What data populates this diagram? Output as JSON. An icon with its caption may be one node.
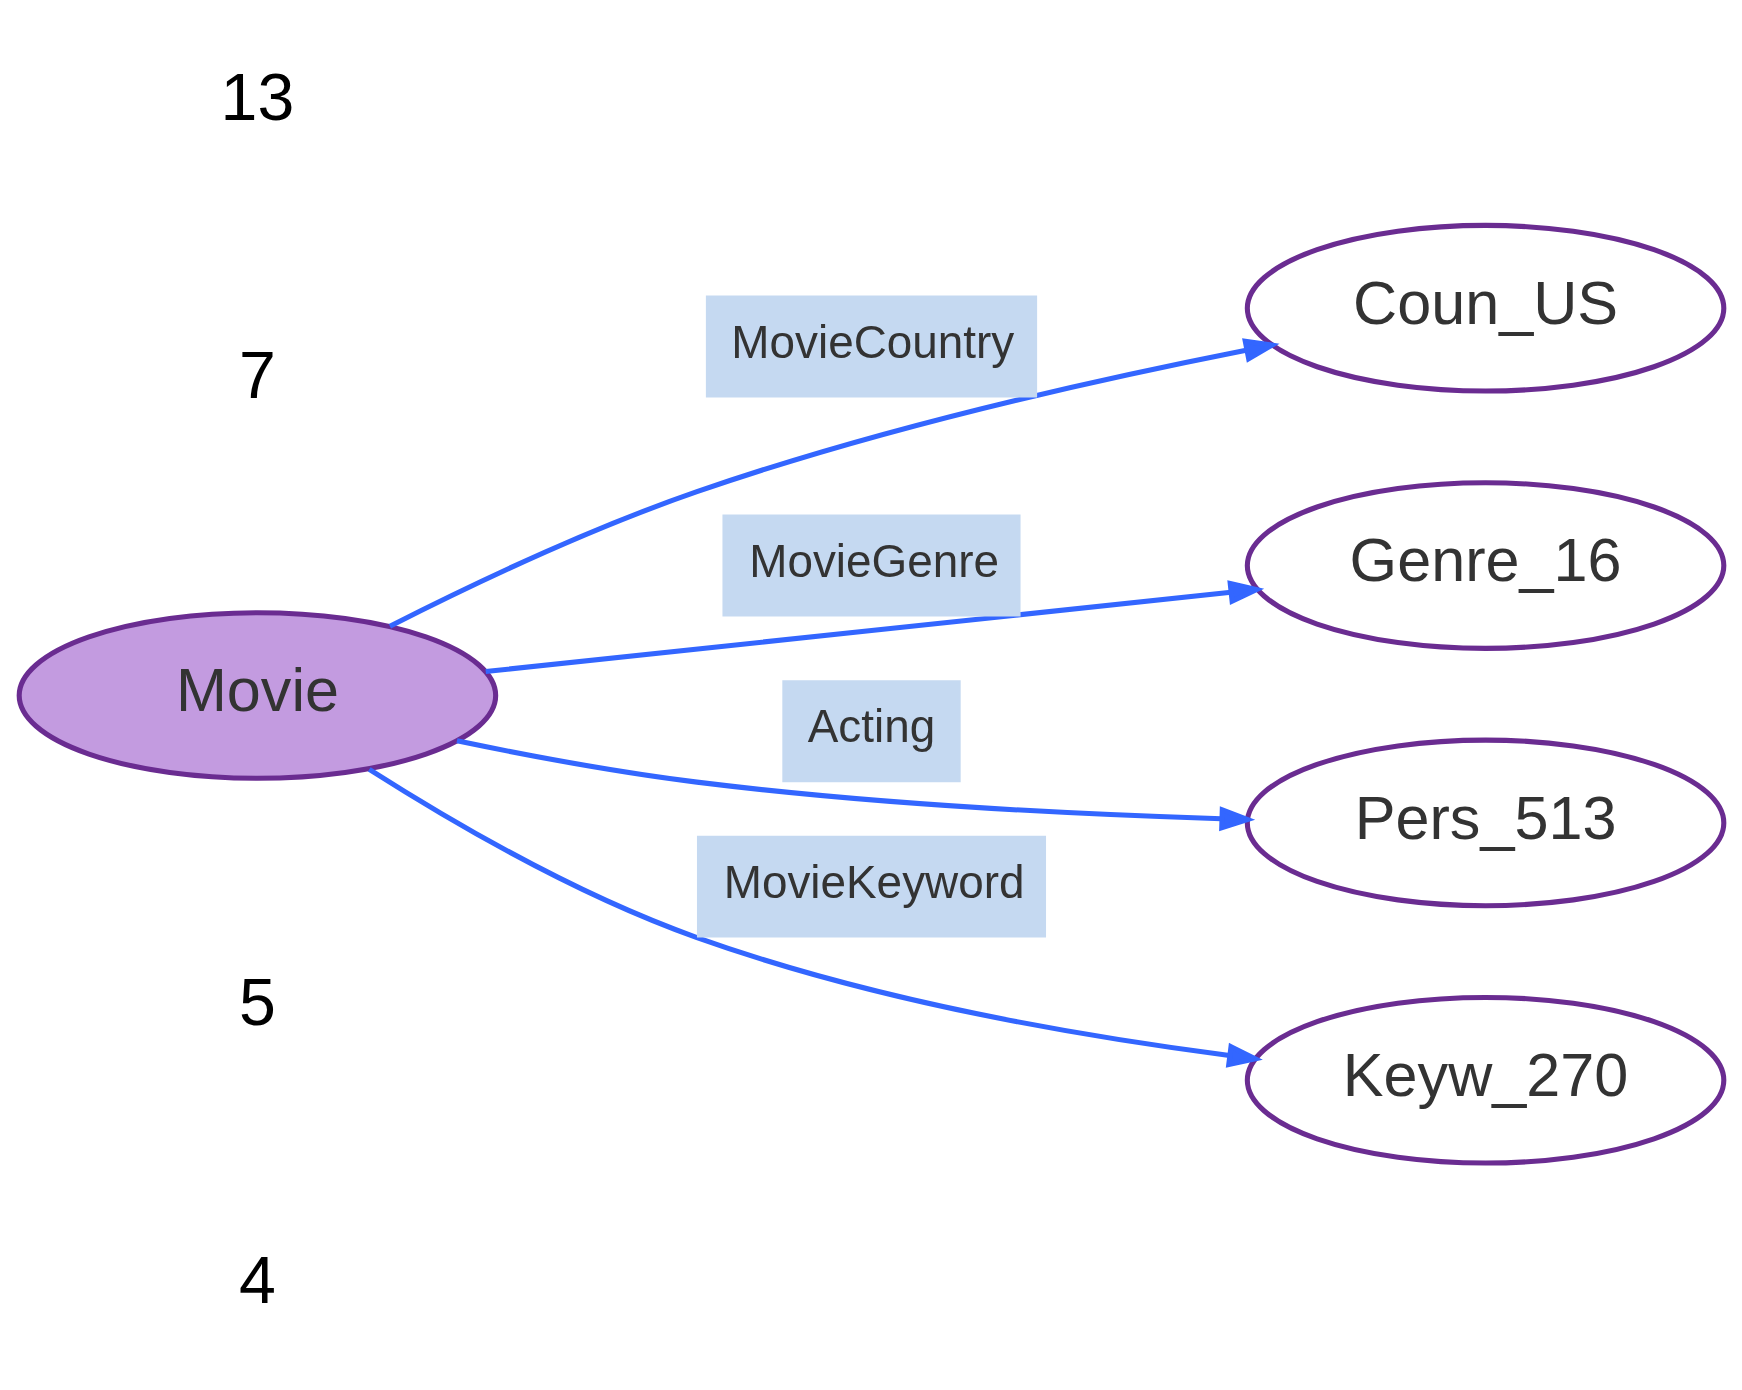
{
  "diagram": {
    "nodes": [
      {
        "text": [
          "Movie"
        ]
      },
      {
        "text": [
          "Coun_US"
        ]
      },
      {
        "text": [
          "Genre_16"
        ]
      },
      {
        "text": [
          "Pers_513"
        ]
      },
      {
        "text": [
          "Keyw_270"
        ]
      }
    ],
    "edges": [
      {
        "from": 0,
        "to": 1,
        "arrow": "to",
        "label": "MovieCountry"
      },
      {
        "from": 0,
        "to": 2,
        "arrow": "to",
        "label": "MovieGenre"
      },
      {
        "from": 0,
        "to": 3,
        "arrow": "to",
        "label": "Acting"
      },
      {
        "from": 0,
        "to": 4,
        "arrow": "to",
        "label": "MovieKeyword"
      }
    ],
    "labels": [
      "13",
      "7",
      "5",
      "4"
    ]
  }
}
